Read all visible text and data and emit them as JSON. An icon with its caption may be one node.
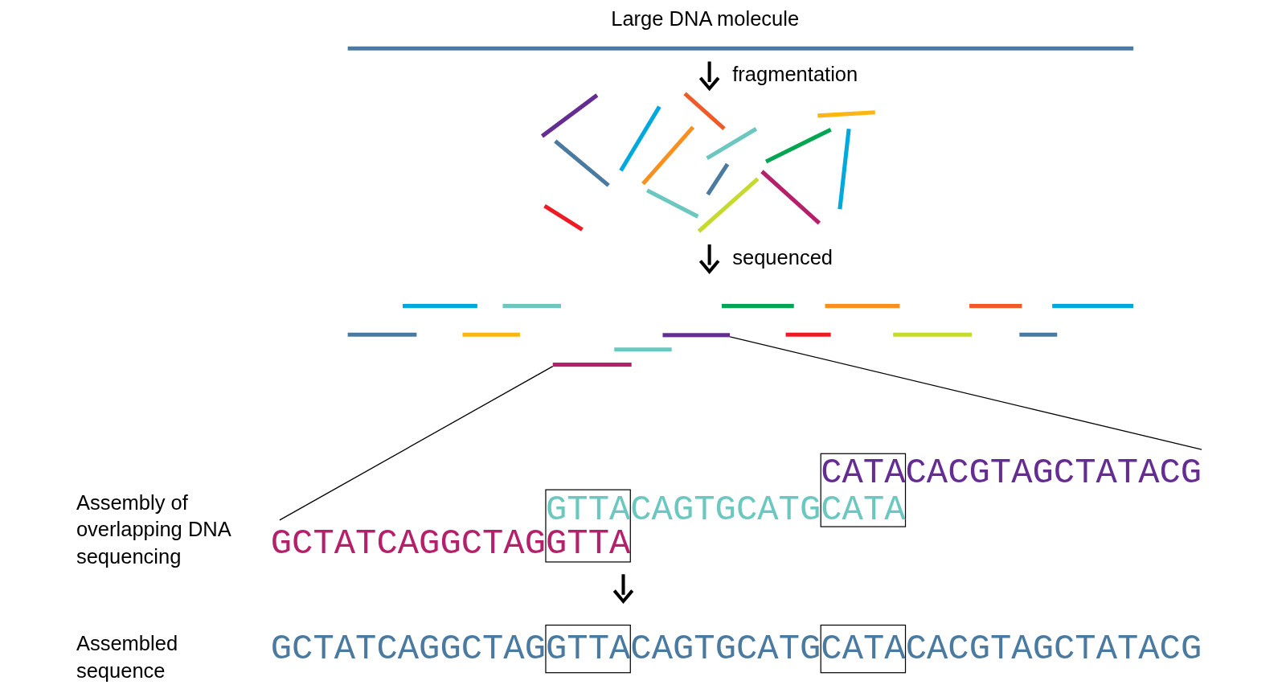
{
  "diagram": {
    "nodes": [
      {
        "text": [],
        "shape": "bar"
      },
      {
        "text": [],
        "shape": "bar"
      },
      {
        "text": [
          "GCTATCAGGCTAGGTTA"
        ]
      },
      {
        "text": [
          "CATACACGTAGCTATACG"
        ]
      }
    ],
    "edges": [
      {
        "from": 2,
        "to": 0,
        "arrow": "none"
      },
      {
        "from": 3,
        "to": 1,
        "arrow": "none"
      }
    ],
    "labels": [
      "Large DNA molecule",
      "fragmentation",
      "sequenced",
      "Assembly of overlapping DNA sequencing",
      "GTTACAGTGCATGCATA",
      "Assembled sequence",
      "GCTATCAGGCTAGGTTACAGTGCATGCATACACGTAGCTATACG"
    ]
  }
}
